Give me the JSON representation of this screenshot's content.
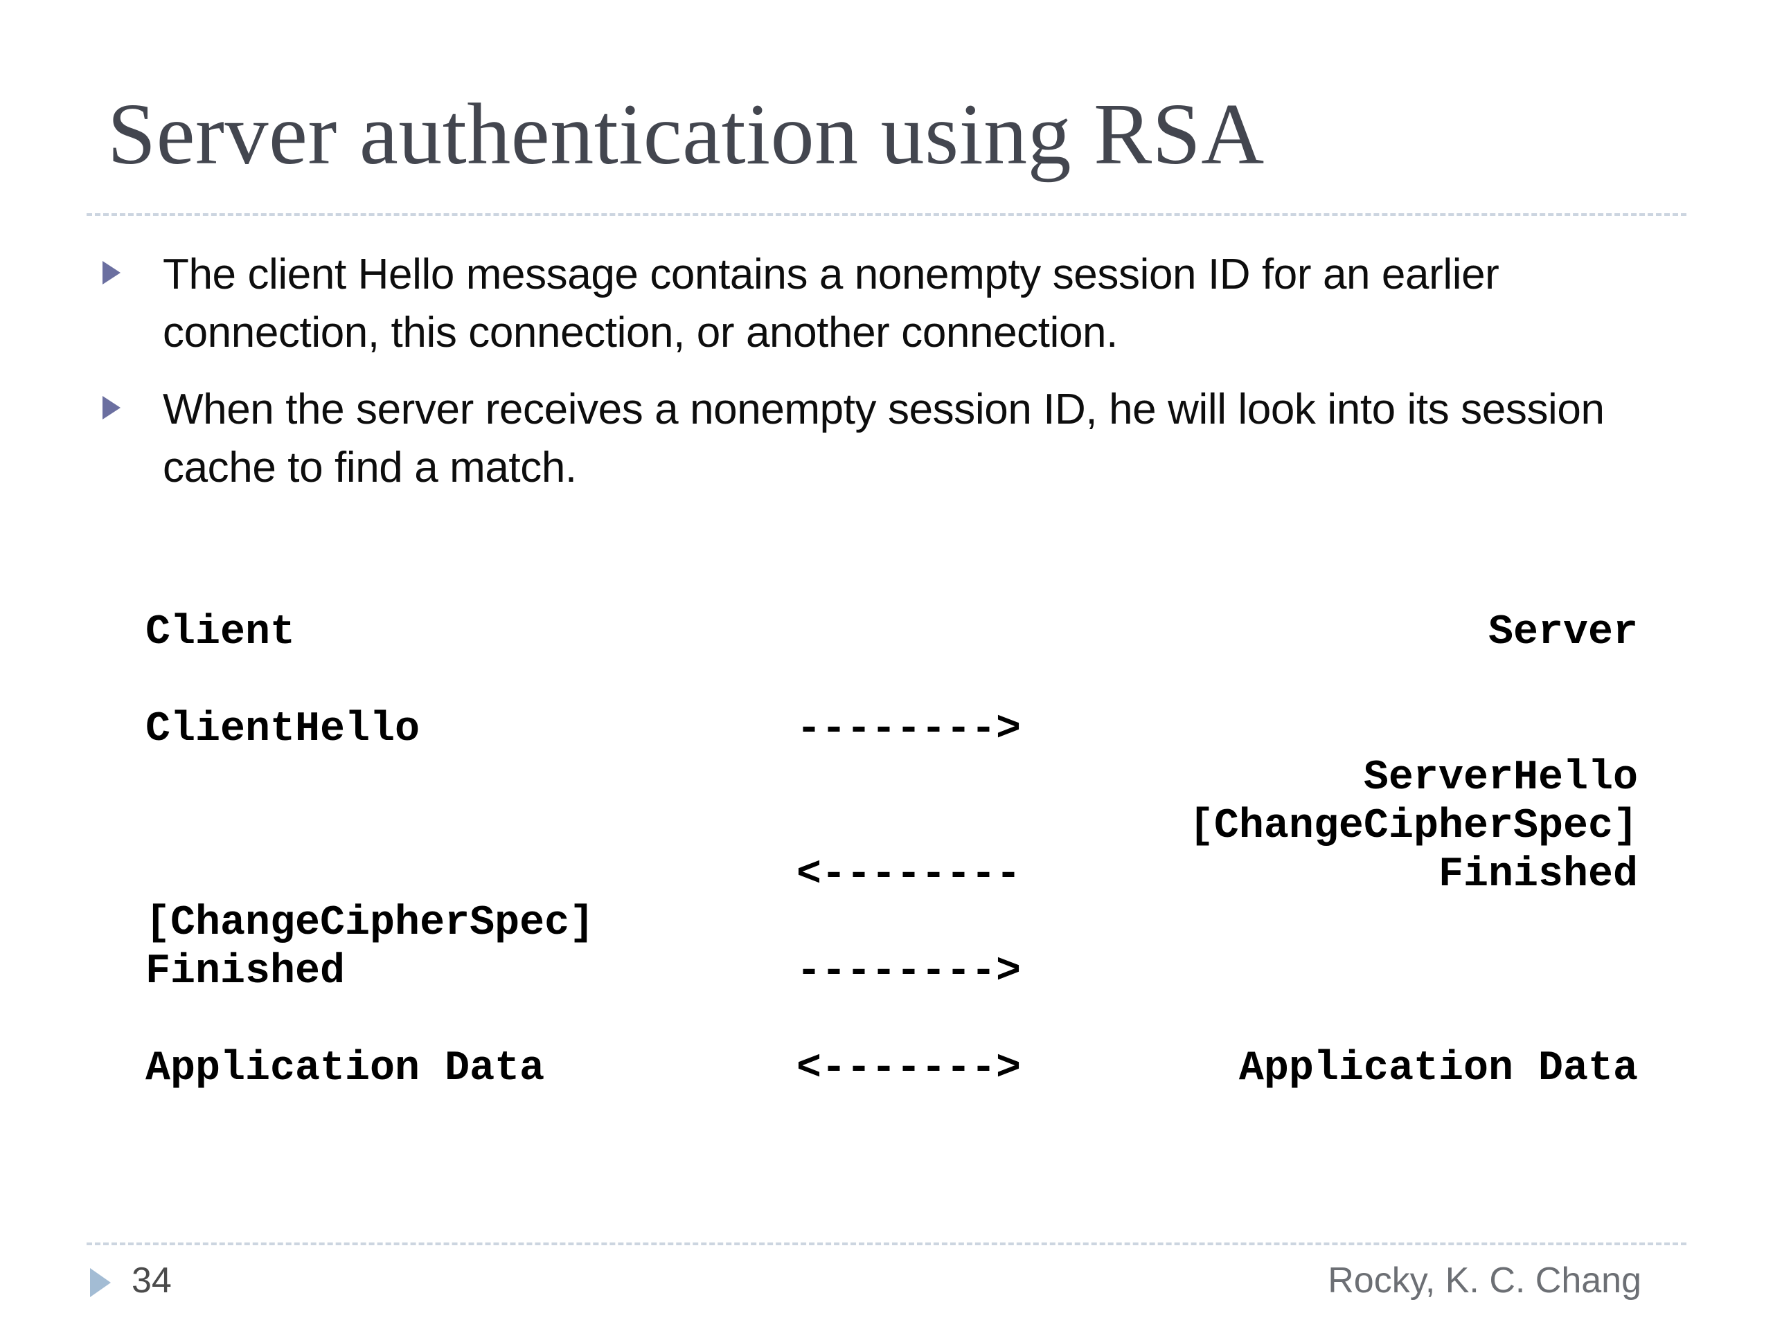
{
  "slide": {
    "title": "Server authentication using RSA",
    "colors": {
      "title": "#43464f",
      "divider": "#ccd5e0",
      "bullet_marker": "#6b6fa0",
      "footer_marker": "#a3bcd4",
      "body_text": "#0d0d0d",
      "footer_text": "#6c6f74",
      "background": "#ffffff"
    }
  },
  "bullets": [
    {
      "marker": "triangle-right",
      "text": "The client Hello message contains a nonempty session ID for an earlier connection, this connection, or another connection."
    },
    {
      "marker": "triangle-right",
      "text": "When the server receives a nonempty session ID, he will look into its session cache to find a match."
    }
  ],
  "flow": {
    "rows": [
      {
        "client": "Client",
        "arrow": "",
        "server": "Server"
      },
      {
        "client": "",
        "arrow": "",
        "server": ""
      },
      {
        "client": "ClientHello",
        "arrow": "-------->",
        "server": ""
      },
      {
        "client": "",
        "arrow": "",
        "server": "ServerHello"
      },
      {
        "client": "",
        "arrow": "",
        "server": "[ChangeCipherSpec]"
      },
      {
        "client": "",
        "arrow": "<--------",
        "server": "Finished"
      },
      {
        "client": "[ChangeCipherSpec]",
        "arrow": "",
        "server": ""
      },
      {
        "client": "Finished",
        "arrow": "-------->",
        "server": ""
      },
      {
        "client": "",
        "arrow": "",
        "server": ""
      },
      {
        "client": "Application Data",
        "arrow": "<------->",
        "server": "Application Data"
      }
    ]
  },
  "footer": {
    "page_number": "34",
    "author": "Rocky, K. C. Chang"
  }
}
